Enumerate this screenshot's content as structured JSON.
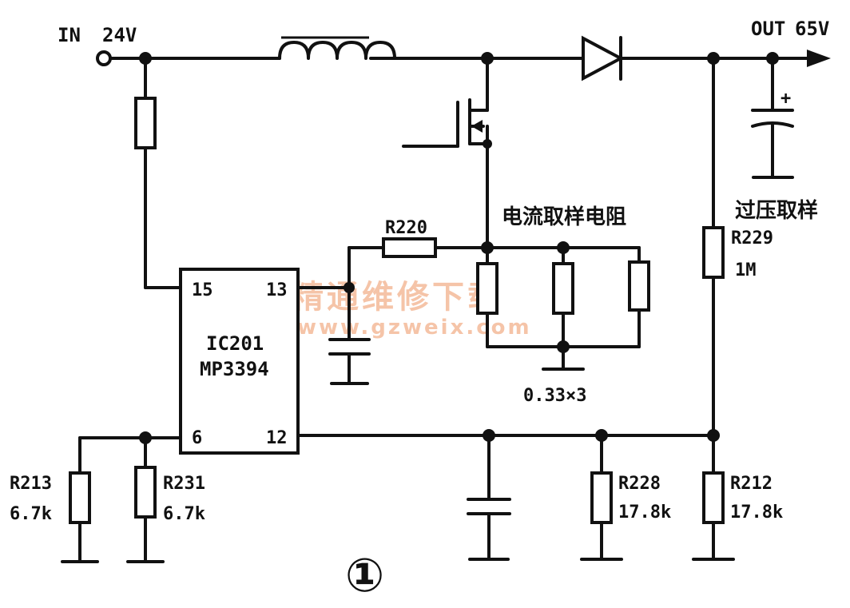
{
  "input": {
    "label": "IN",
    "voltage": "24V"
  },
  "output": {
    "label": "OUT",
    "voltage": "65V"
  },
  "ic": {
    "ref": "IC201",
    "part": "MP3394",
    "pins": {
      "p15": "15",
      "p13": "13",
      "p6": "6",
      "p12": "12"
    }
  },
  "resistors": {
    "r220": {
      "ref": "R220"
    },
    "r229": {
      "ref": "R229",
      "value": "1M"
    },
    "r213": {
      "ref": "R213",
      "value": "6.7k"
    },
    "r231": {
      "ref": "R231",
      "value": "6.7k"
    },
    "r228": {
      "ref": "R228",
      "value": "17.8k"
    },
    "r212": {
      "ref": "R212",
      "value": "17.8k"
    }
  },
  "annotations": {
    "current_sense": "电流取样电阻",
    "current_sense_value": "0.33×3",
    "overvoltage_sense": "过压取样",
    "figure_number": "①",
    "cap_plus": "+"
  },
  "watermark": {
    "line1": "精通维修下载",
    "line2": "www.gzweix.com"
  }
}
